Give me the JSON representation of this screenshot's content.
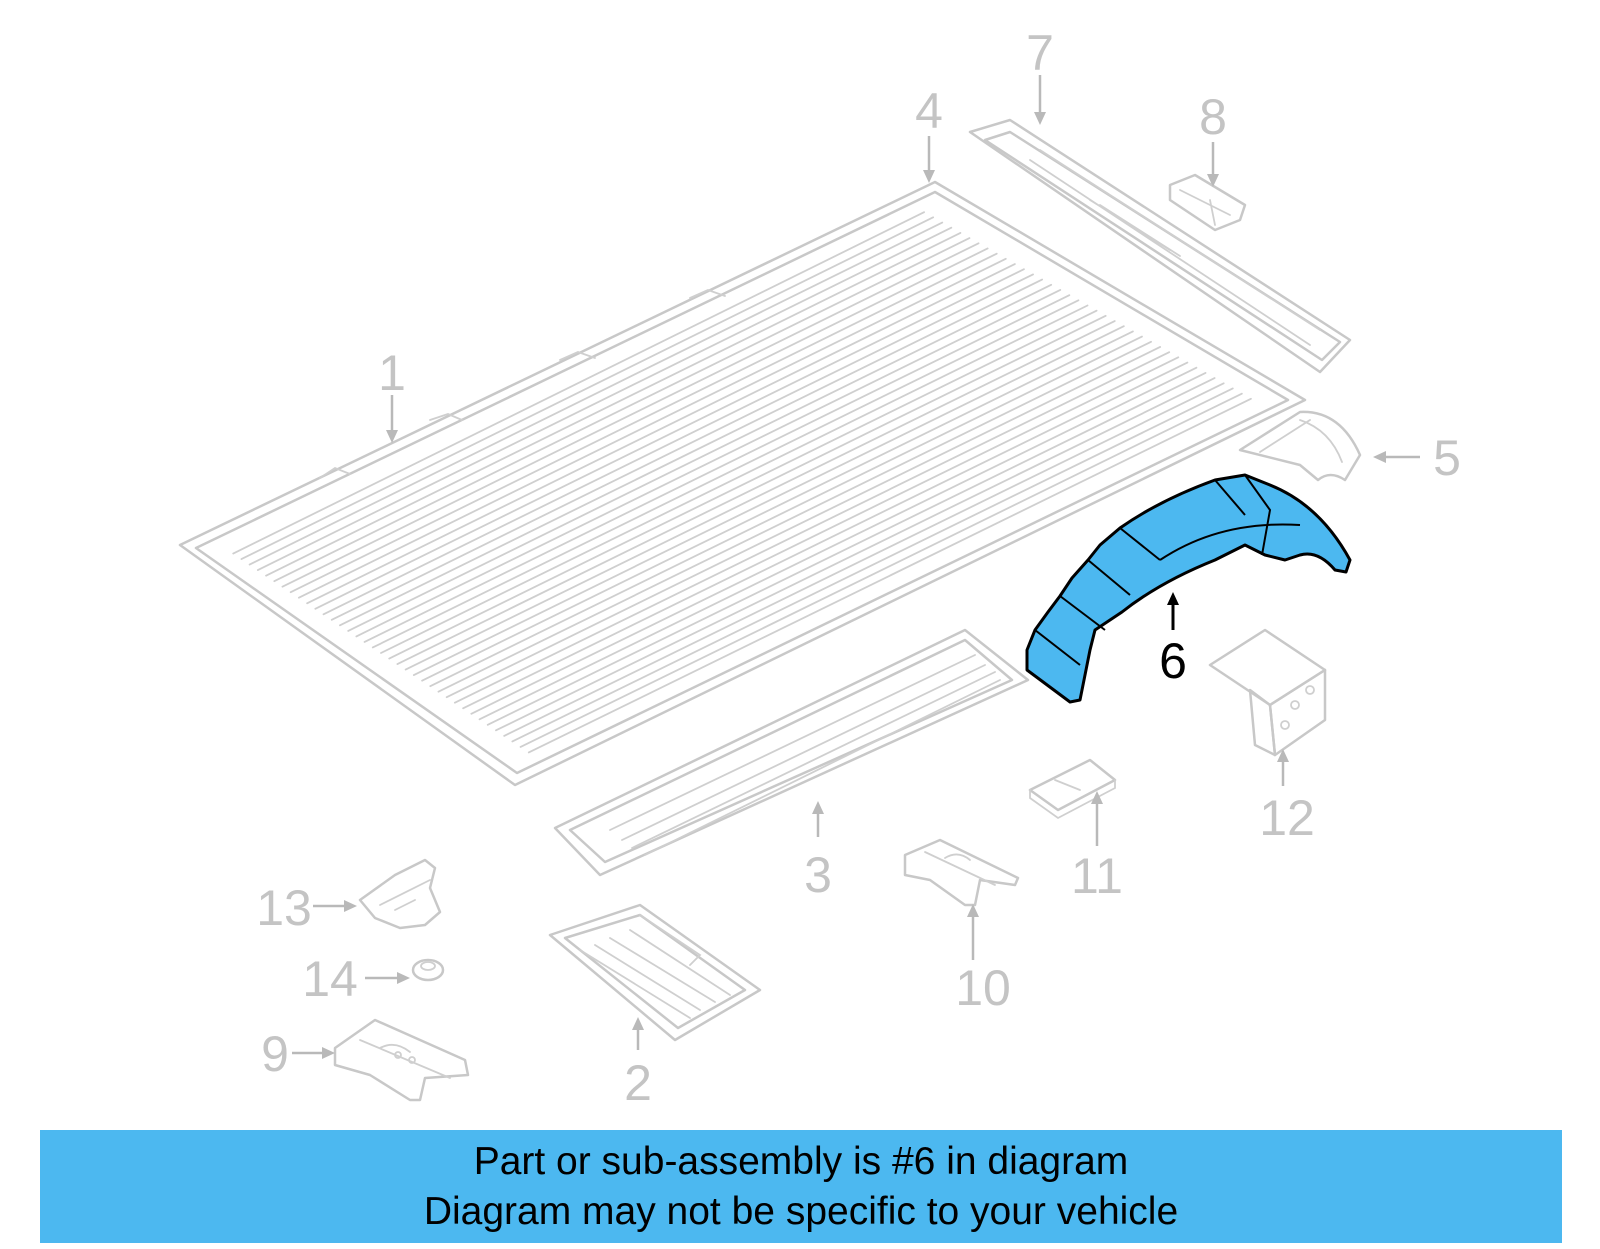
{
  "diagram": {
    "highlight_color": "#4cb8f0",
    "highlighted_part": "6",
    "callouts": [
      {
        "label": "1"
      },
      {
        "label": "2"
      },
      {
        "label": "3"
      },
      {
        "label": "4"
      },
      {
        "label": "5"
      },
      {
        "label": "6"
      },
      {
        "label": "7"
      },
      {
        "label": "8"
      },
      {
        "label": "9"
      },
      {
        "label": "10"
      },
      {
        "label": "11"
      },
      {
        "label": "12"
      },
      {
        "label": "13"
      },
      {
        "label": "14"
      }
    ]
  },
  "banner": {
    "color": "#4cb8f0",
    "line1": "Part or sub-assembly is #6 in diagram",
    "line2": "Diagram may not be specific to your vehicle"
  }
}
